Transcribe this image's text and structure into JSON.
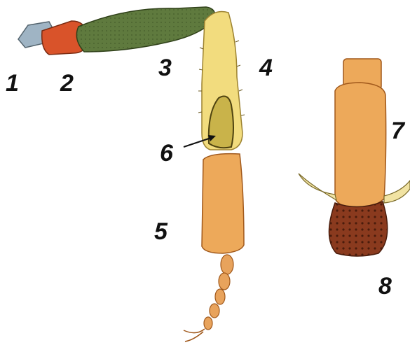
{
  "labels": {
    "n1": "1",
    "n2": "2",
    "n3": "3",
    "n4": "4",
    "n5": "5",
    "n6": "6",
    "n7": "7",
    "n8": "8"
  },
  "colors": {
    "coxa": "#9fb4c4",
    "trochanter": "#d9532a",
    "femur": "#5f7a3e",
    "tibia": "#f2dc7e",
    "inner_lobe": "#c9b34a",
    "basitarsus": "#eda95a",
    "tarsus": "#e8a35c",
    "claws": "#f1e3a3",
    "pad": "#8a3a1e"
  }
}
